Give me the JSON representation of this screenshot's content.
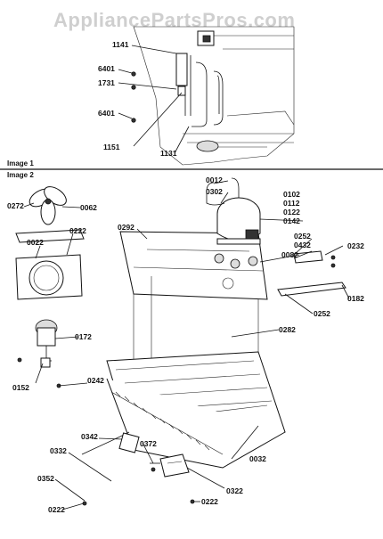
{
  "watermark": "AppliancePartsPros.com",
  "sections": {
    "image1": "Image 1",
    "image2": "Image 2"
  },
  "labels": {
    "p1141": "1141",
    "p6401a": "6401",
    "p1731": "1731",
    "p6401b": "6401",
    "p1151": "1151",
    "p1131": "1131",
    "p0012": "0012",
    "p0302": "0302",
    "p0102": "0102",
    "p0112": "0112",
    "p0122": "0122",
    "p0142": "0142",
    "p0272": "0272",
    "p0062": "0062",
    "p0292": "0292",
    "p0252a": "0252",
    "p0432": "0432",
    "p0232": "0232",
    "p0082": "0082",
    "p0022a": "0022",
    "p0222a": "0222",
    "p0182": "0182",
    "p0252b": "0252",
    "p0172": "0172",
    "p0282": "0282",
    "p0152": "0152",
    "p0242": "0242",
    "p0342": "0342",
    "p0372": "0372",
    "p0332": "0332",
    "p0032": "0032",
    "p0352": "0352",
    "p0322": "0322",
    "p0222b": "0222",
    "p0222c": "0222"
  }
}
